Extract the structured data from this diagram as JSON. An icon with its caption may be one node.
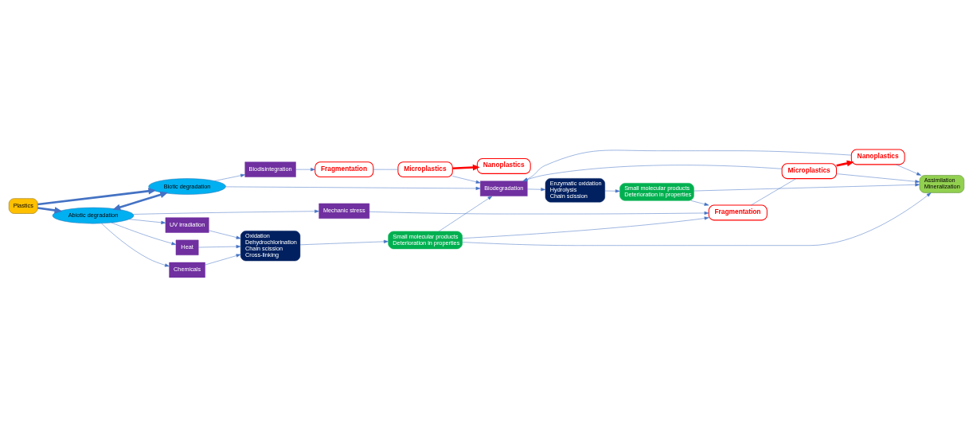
{
  "diagram": {
    "nodes": [
      {
        "text": [
          "Plastics"
        ]
      },
      {
        "text": [
          "Abiotic degradation"
        ]
      },
      {
        "text": [
          "Biotic degradation"
        ]
      },
      {
        "text": [
          "UV irradiation"
        ]
      },
      {
        "text": [
          "Heat"
        ]
      },
      {
        "text": [
          "Chemicals"
        ]
      },
      {
        "text": [
          "Mechanic stress"
        ]
      },
      {
        "text": [
          "Oxidation",
          "Dehydrochlorination",
          "Chain scission",
          "Cross-linking"
        ]
      },
      {
        "text": [
          "Small molecular products",
          "Deterioration in properties"
        ]
      },
      {
        "text": [
          "Fragmentation"
        ]
      },
      {
        "text": [
          "Microplastics"
        ]
      },
      {
        "text": [
          "Nanoplastics"
        ]
      },
      {
        "text": [
          "Biodegradation"
        ]
      },
      {
        "text": [
          "Biodisintegration"
        ]
      },
      {
        "text": [
          "Enzymatic oxidation",
          "Hydrolysis",
          "Chain scission"
        ]
      },
      {
        "text": [
          "Small molecular products",
          "Deterioration in properties"
        ]
      },
      {
        "text": [
          "Assimilation",
          "Mineralization"
        ]
      },
      {
        "text": [
          "Fragmentation"
        ]
      },
      {
        "text": [
          "Microplastics"
        ]
      },
      {
        "text": [
          "Nanoplastics"
        ]
      }
    ],
    "edges": [
      {
        "from": 0,
        "to": 1,
        "arrow": "to",
        "style": "thick"
      },
      {
        "from": 0,
        "to": 2,
        "arrow": "to",
        "style": "thick"
      },
      {
        "from": 1,
        "to": 2,
        "arrow": "both",
        "style": "thick"
      },
      {
        "from": 1,
        "to": 3,
        "arrow": "to"
      },
      {
        "from": 1,
        "to": 4,
        "arrow": "to"
      },
      {
        "from": 1,
        "to": 5,
        "arrow": "to"
      },
      {
        "from": 1,
        "to": 6,
        "arrow": "to"
      },
      {
        "from": 3,
        "to": 7,
        "arrow": "to"
      },
      {
        "from": 4,
        "to": 7,
        "arrow": "to"
      },
      {
        "from": 5,
        "to": 7,
        "arrow": "to"
      },
      {
        "from": 7,
        "to": 8,
        "arrow": "to"
      },
      {
        "from": 6,
        "to": 9,
        "arrow": "to"
      },
      {
        "from": 8,
        "to": 9,
        "arrow": "to"
      },
      {
        "from": 9,
        "to": 10,
        "arrow": "none"
      },
      {
        "from": 10,
        "to": 11,
        "arrow": "to",
        "style": "thick",
        "color": "#ff0000"
      },
      {
        "from": 8,
        "to": 12,
        "arrow": "to"
      },
      {
        "from": 8,
        "to": 16,
        "arrow": "to"
      },
      {
        "from": 10,
        "to": 12,
        "arrow": "to"
      },
      {
        "from": 10,
        "to": 16,
        "arrow": "to"
      },
      {
        "from": 11,
        "to": 12,
        "arrow": "to"
      },
      {
        "from": 11,
        "to": 16,
        "arrow": "to"
      },
      {
        "from": 2,
        "to": 12,
        "arrow": "to"
      },
      {
        "from": 2,
        "to": 13,
        "arrow": "to"
      },
      {
        "from": 12,
        "to": 14,
        "arrow": "to"
      },
      {
        "from": 14,
        "to": 15,
        "arrow": "to"
      },
      {
        "from": 15,
        "to": 16,
        "arrow": "to"
      },
      {
        "from": 15,
        "to": 9,
        "arrow": "to"
      },
      {
        "from": 13,
        "to": 17,
        "arrow": "to"
      },
      {
        "from": 17,
        "to": 18,
        "arrow": "none"
      },
      {
        "from": 18,
        "to": 19,
        "arrow": "to",
        "style": "thick",
        "color": "#ff0000"
      },
      {
        "from": 18,
        "to": 12,
        "arrow": "to"
      }
    ]
  }
}
